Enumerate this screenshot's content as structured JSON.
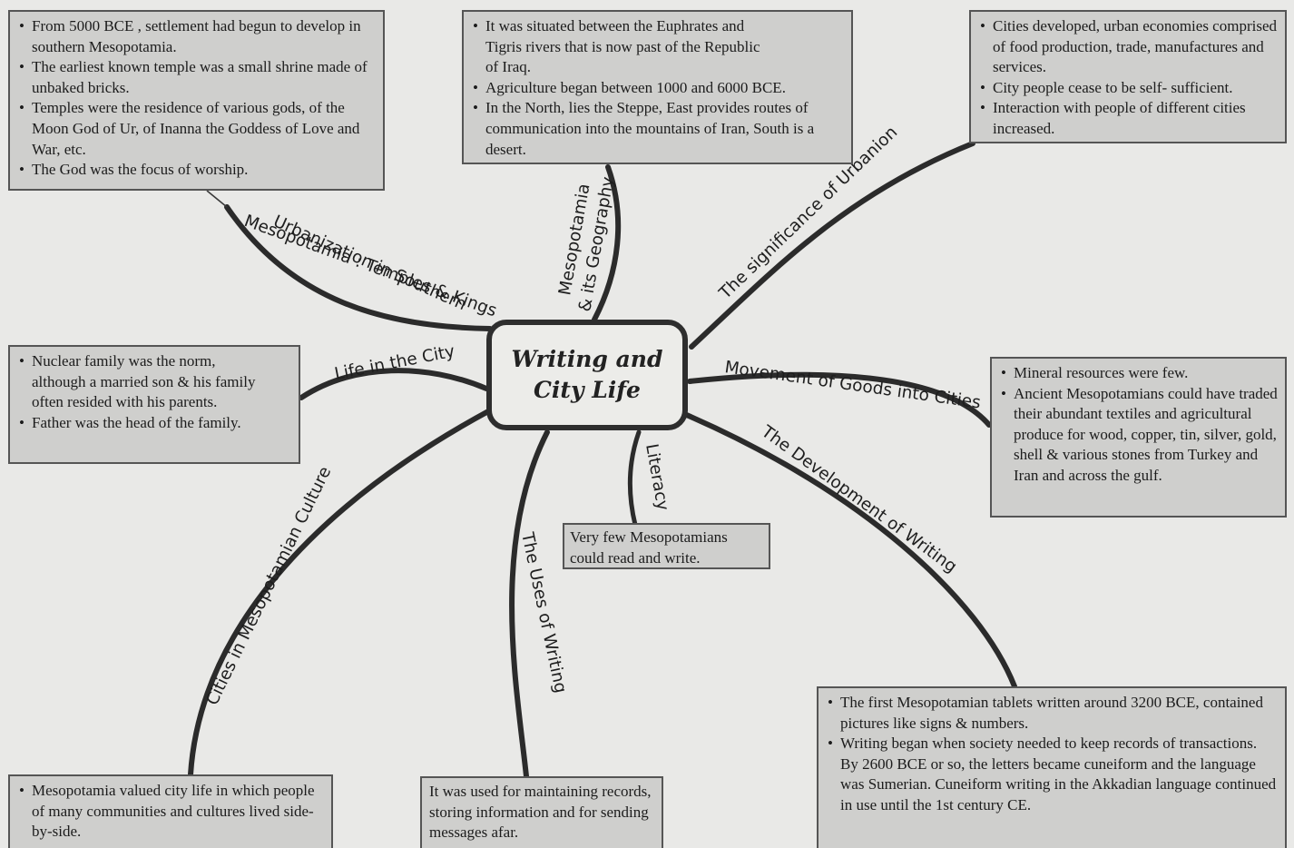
{
  "central_topic": "Writing and City Life",
  "branches": [
    {
      "key": "urbanization",
      "label_lines": [
        "Urbanization in Southern",
        "Mesopotamia : Temples & Kings"
      ]
    },
    {
      "key": "geography",
      "label_lines": [
        "Mesopotamia",
        "& its Geography"
      ]
    },
    {
      "key": "significance",
      "label_lines": [
        "The significance of Urbanion"
      ]
    },
    {
      "key": "life_in_city",
      "label_lines": [
        "Life in the City"
      ]
    },
    {
      "key": "movement_goods",
      "label_lines": [
        "Movement of Goods into Cities"
      ]
    },
    {
      "key": "literacy",
      "label_lines": [
        "Literacy"
      ]
    },
    {
      "key": "development_writing",
      "label_lines": [
        "The Development of Writing"
      ]
    },
    {
      "key": "uses_writing",
      "label_lines": [
        "The Uses of Writing"
      ]
    },
    {
      "key": "cities_culture",
      "label_lines": [
        "Cities in Mesopotamian Culture"
      ]
    }
  ],
  "notes": {
    "urbanization": [
      "From 5000 BCE , settlement had begun to develop in southern Mesopotamia.",
      "The earliest known temple was a small shrine made of unbaked bricks.",
      "Temples were the residence of  various gods, of  the Moon God of Ur, of Inanna the Goddess of  Love and War, etc.",
      "The God was the focus of worship."
    ],
    "geography": [
      "It was situated between the Euphrates and Tigris rivers that is now past of the Republic of  Iraq.",
      "Agriculture began between 1000 and 6000 BCE.",
      "In the North, lies the Steppe, East provides routes of communication into  the mountains of Iran, South is a desert."
    ],
    "significance": [
      "Cities developed, urban economies comprised of food production, trade, manufactures and services.",
      "City people cease to be self- sufficient.",
      "Interaction with people of different cities increased."
    ],
    "life_in_city": [
      "Nuclear family was the norm, although a married  son & his family often resided with his parents.",
      "Father was the head of the family."
    ],
    "movement_goods": [
      "Mineral resources were few.",
      "Ancient Mesopotamians could have traded their abundant textiles and agricultural produce for wood, copper, tin, silver, gold, shell & various stones from Turkey and Iran and across the gulf."
    ],
    "literacy": "Very few Mesopotamians could read and write.",
    "development_writing": [
      "The first Mesopotamian tablets written around 3200 BCE, contained pictures like signs & numbers.",
      "Writing began when society needed to keep records of transactions. By 2600 BCE or so, the letters became cuneiform and the language was Sumerian. Cuneiform writing in the Akkadian language continued in use until the 1st century CE."
    ],
    "uses_writing": "It was used for maintaining records, storing information and for sending messages afar.",
    "cities_culture": [
      "Mesopotamia valued city life in which people of many communities and cultures lived side-by-side."
    ]
  }
}
